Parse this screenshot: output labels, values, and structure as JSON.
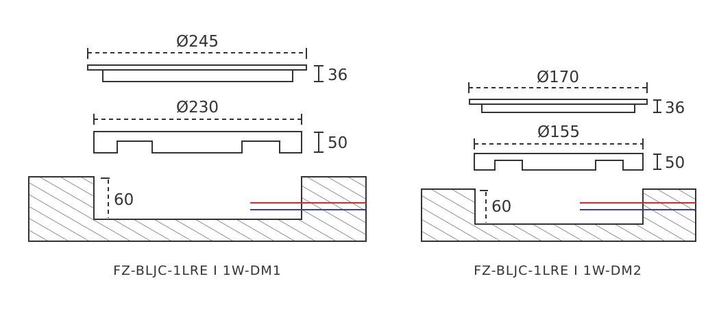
{
  "diagrams": [
    {
      "model": "FZ-BLJC-1LRE I 1W-DM1",
      "cover_diameter": "Ø245",
      "cover_height": "36",
      "body_diameter": "Ø230",
      "body_height": "50",
      "recess_depth": "60"
    },
    {
      "model": "FZ-BLJC-1LRE I 1W-DM2",
      "cover_diameter": "Ø170",
      "cover_height": "36",
      "body_diameter": "Ø155",
      "body_height": "50",
      "recess_depth": "60"
    }
  ],
  "colors": {
    "line": "#333333",
    "wire_live": "#e0262b",
    "wire_neutral": "#3a3f9a"
  }
}
